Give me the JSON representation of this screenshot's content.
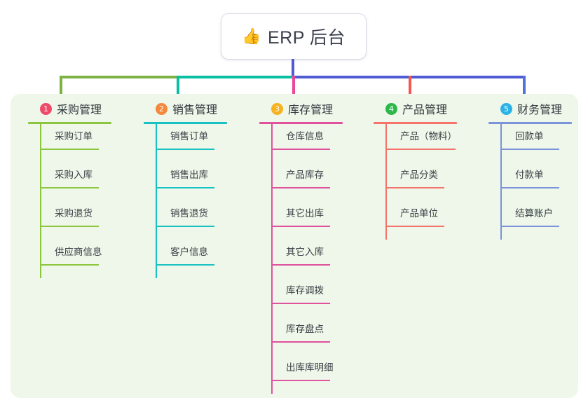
{
  "root": {
    "icon": "thumbs-up-emoji",
    "emoji": "👍",
    "title": "ERP 后台"
  },
  "theme": {
    "panel_bg": "#eef7e9",
    "trunk_color": "#4f5bd5",
    "page_bg": "#ffffff"
  },
  "connectors": {
    "segments": [
      {
        "name": "green",
        "color": "#7cb342"
      },
      {
        "name": "teal",
        "color": "#0bbfa4"
      },
      {
        "name": "blue",
        "color": "#4f5bd5"
      }
    ],
    "drops": [
      {
        "name": "drop-purchasing",
        "color": "#7cb342"
      },
      {
        "name": "drop-sales",
        "color": "#0bbfa4"
      },
      {
        "name": "drop-inventory",
        "color": "#ec4899"
      },
      {
        "name": "drop-product",
        "color": "#f4584f"
      },
      {
        "name": "drop-finance",
        "color": "#4f74d5"
      }
    ]
  },
  "columns": [
    {
      "number": "1",
      "title": "采购管理",
      "badge_color": "#ee4b6a",
      "line_color": "#8cc63f",
      "items": [
        "采购订单",
        "采购入库",
        "采购退货",
        "供应商信息"
      ]
    },
    {
      "number": "2",
      "title": "销售管理",
      "badge_color": "#f5883c",
      "line_color": "#19c2c2",
      "items": [
        "销售订单",
        "销售出库",
        "销售退货",
        "客户信息"
      ]
    },
    {
      "number": "3",
      "title": "库存管理",
      "badge_color": "#f6b221",
      "line_color": "#e0519e",
      "items": [
        "仓库信息",
        "产品库存",
        "其它出库",
        "其它入库",
        "库存调拨",
        "库存盘点",
        "出库库明细"
      ]
    },
    {
      "number": "4",
      "title": "产品管理",
      "badge_color": "#2eb84c",
      "line_color": "#f4736b",
      "items": [
        "产品（物料）",
        "产品分类",
        "产品单位"
      ]
    },
    {
      "number": "5",
      "title": "财务管理",
      "badge_color": "#2bb3e8",
      "line_color": "#7b93d8",
      "items": [
        "回款单",
        "付款单",
        "结算账户"
      ]
    }
  ]
}
